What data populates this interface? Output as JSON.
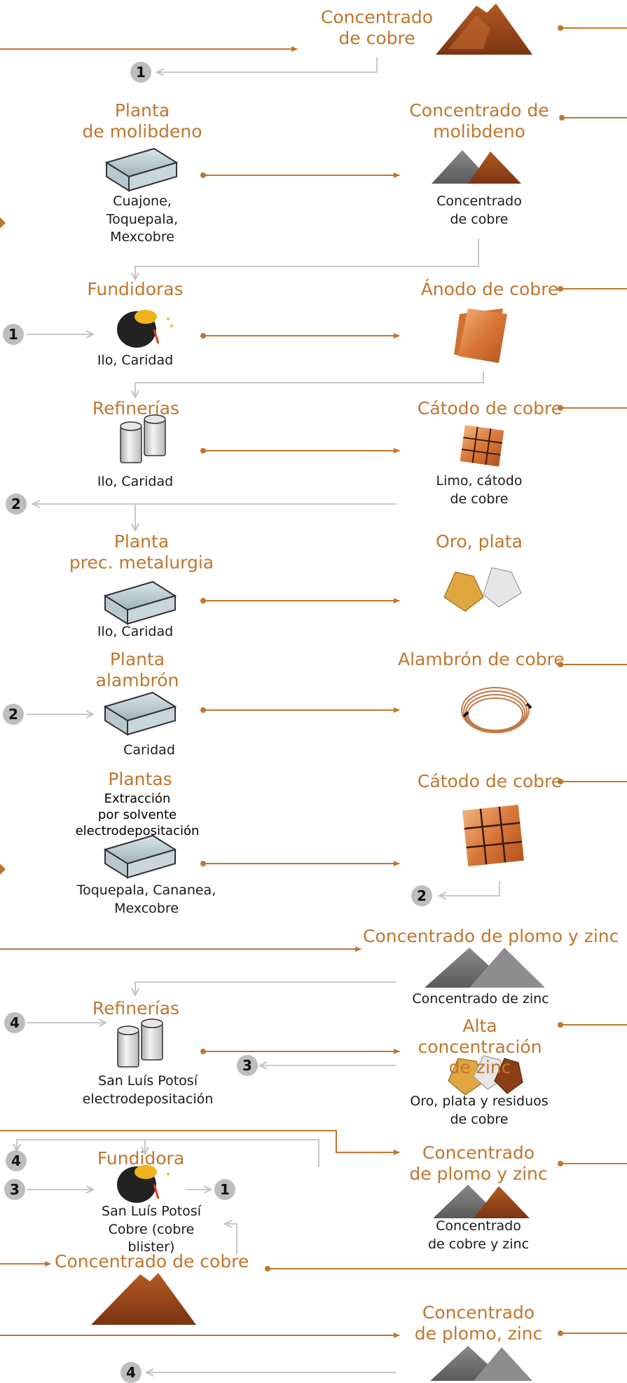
{
  "rows": {
    "cobre": {
      "product": "Concentrado\nde cobre"
    },
    "molibdeno": {
      "plant": "Planta\nde molibdeno",
      "plant_loc": "Cuajone,\nToquepala,\nMexcobre",
      "product": "Concentrado de\nmolibdeno",
      "product_sub": "Concentrado\nde cobre"
    },
    "fundidoras": {
      "plant": "Fundidoras",
      "plant_loc": "Ilo, Caridad",
      "product": "Ánodo de cobre"
    },
    "refinerias": {
      "plant": "Refinerías",
      "plant_loc": "Ilo, Caridad",
      "product": "Cátodo de cobre",
      "product_sub": "Limo, cátodo\nde cobre"
    },
    "metalurgia": {
      "plant": "Planta\nprec. metalurgia",
      "plant_loc": "Ilo, Caridad",
      "product": "Oro, plata"
    },
    "alambron": {
      "plant": "Planta\nalambrón",
      "plant_loc": "Caridad",
      "product": "Alambrón de cobre"
    },
    "sxew": {
      "plant": "Plantas",
      "plant_desc": "Extracción\npor solvente\nelectrodepositación",
      "plant_loc": "Toquepala, Cananea,\nMexcobre",
      "product": "Cátodo de cobre"
    },
    "plomo_zinc": {
      "product": "Concentrado de plomo y zinc",
      "product_sub": "Concentrado de zinc"
    },
    "refineria_zinc": {
      "plant": "Refinerías",
      "plant_loc": "San Luís Potosí\nelectrodepositación",
      "product": "Alta concentración\nde zinc",
      "product_sub": "Oro, plata y residuos\nde cobre"
    },
    "fundidora_slp": {
      "plant": "Fundidora",
      "plant_loc": "San Luís Potosí\nCobre (cobre blister)",
      "product": "Concentrado\nde plomo y zinc",
      "product_sub": "Concentrado\nde cobre y zinc"
    },
    "cobre_slp": {
      "product": "Concentrado de cobre"
    },
    "plomo_zinc_2": {
      "product": "Concentrado\nde plomo, zinc"
    }
  },
  "badges": {
    "b1": "1",
    "b2": "2",
    "b3": "3",
    "b4": "4"
  },
  "colors": {
    "accent": "#c0762e",
    "connector": "#c8c8c8",
    "copper": "#a8521c",
    "rock": "#7a7a7a"
  }
}
